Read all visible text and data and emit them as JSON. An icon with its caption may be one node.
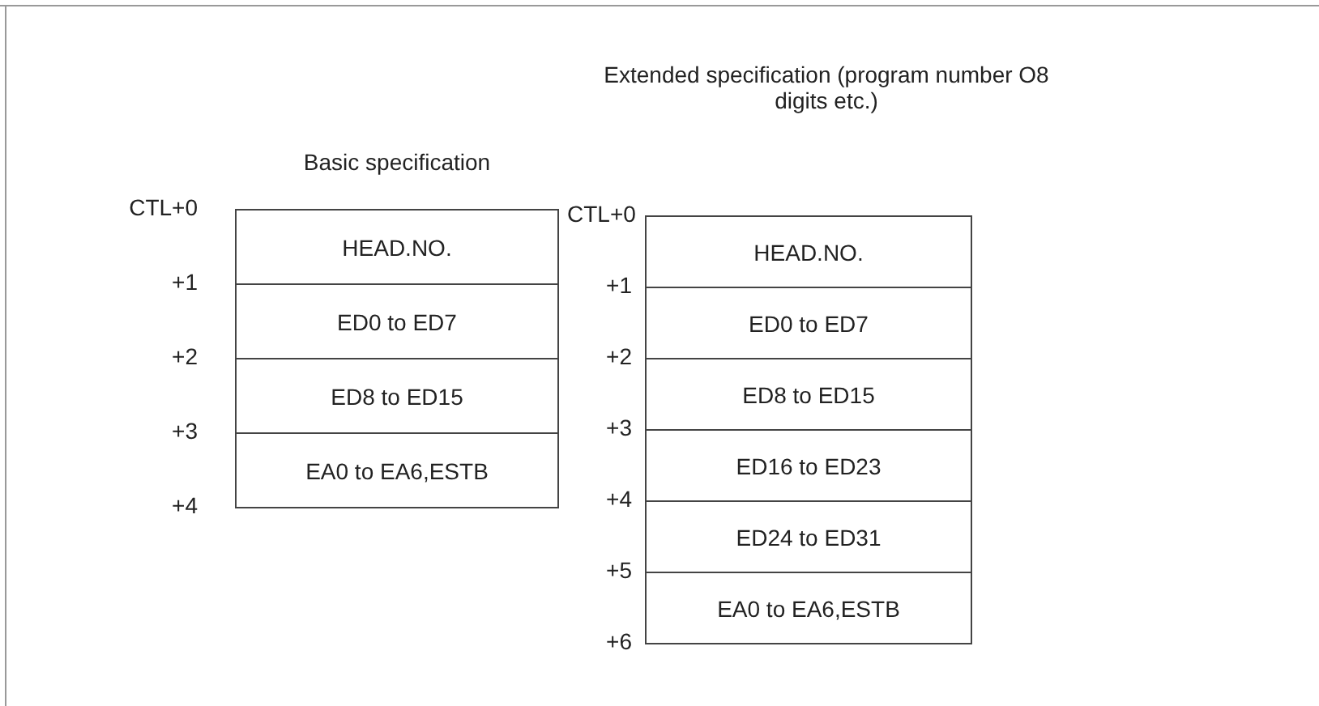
{
  "diagram": {
    "nodes": [
      {
        "text": [
          "HEAD.NO."
        ]
      },
      {
        "text": [
          "ED0 to ED7"
        ]
      },
      {
        "text": [
          "ED8 to ED15"
        ]
      },
      {
        "text": [
          "EA0 to EA6,ESTB"
        ]
      },
      {
        "text": [
          "HEAD.NO."
        ]
      },
      {
        "text": [
          "ED0 to ED7"
        ]
      },
      {
        "text": [
          "ED8 to ED15"
        ]
      },
      {
        "text": [
          "ED16 to ED23"
        ]
      },
      {
        "text": [
          "ED24 to ED31"
        ]
      },
      {
        "text": [
          "EA0 to EA6,ESTB"
        ]
      }
    ],
    "labels": [
      "Basic specification",
      "Extended specification (program number O8 digits etc.)",
      "CTL+0",
      "+1",
      "+2",
      "+3",
      "+4",
      "CTL+0",
      "+1",
      "+2",
      "+3",
      "+4",
      "+5",
      "+6"
    ]
  }
}
